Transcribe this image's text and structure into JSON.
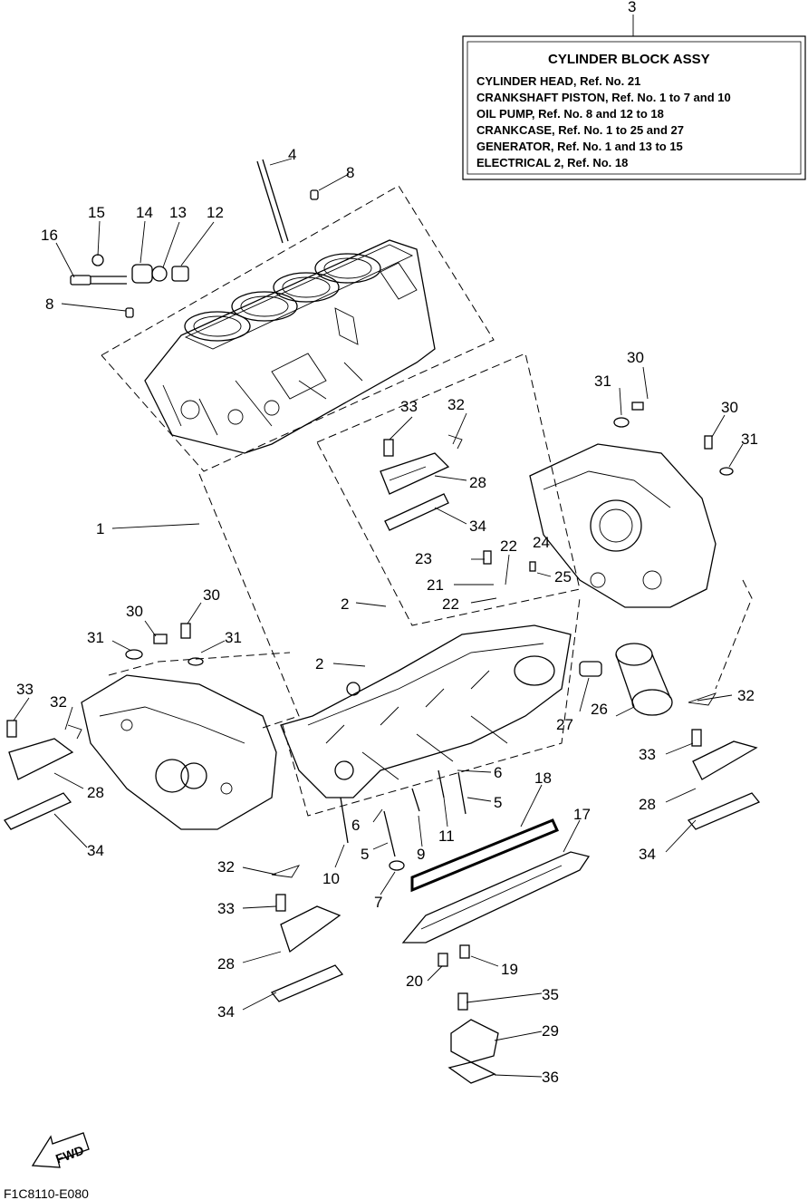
{
  "info_box": {
    "ref": "3",
    "title": "CYLINDER BLOCK ASSY",
    "lines": [
      "CYLINDER HEAD, Ref. No. 21",
      "CRANKSHAFT PISTON,  Ref. No. 1 to 7 and 10",
      "OIL PUMP, Ref. No. 8 and 12 to 18",
      "CRANKCASE,  Ref. No. 1 to 25 and 27",
      "GENERATOR,  Ref. No. 1 and 13 to 15",
      "ELECTRICAL 2, Ref. No. 18"
    ]
  },
  "callouts": {
    "c1": "1",
    "c2a": "2",
    "c2b": "2",
    "c4": "4",
    "c5a": "5",
    "c5b": "5",
    "c6a": "6",
    "c6b": "6",
    "c7": "7",
    "c8a": "8",
    "c8b": "8",
    "c9": "9",
    "c10": "10",
    "c11": "11",
    "c12": "12",
    "c13": "13",
    "c14": "14",
    "c15": "15",
    "c16": "16",
    "c17": "17",
    "c18": "18",
    "c19": "19",
    "c20": "20",
    "c21": "21",
    "c22a": "22",
    "c22b": "22",
    "c23": "23",
    "c24": "24",
    "c25": "25",
    "c26": "26",
    "c27": "27",
    "c28a": "28",
    "c28b": "28",
    "c28c": "28",
    "c28d": "28",
    "c29": "29",
    "c30a": "30",
    "c30b": "30",
    "c30c": "30",
    "c31a": "31",
    "c31b": "31",
    "c31c": "31",
    "c31d": "31",
    "c32a": "32",
    "c32b": "32",
    "c32c": "32",
    "c32d": "32",
    "c33a": "33",
    "c33b": "33",
    "c33c": "33",
    "c33d": "33",
    "c34a": "34",
    "c34b": "34",
    "c34c": "34",
    "c34d": "34",
    "c35": "35",
    "c36": "36"
  },
  "fwd_label": "FWD",
  "diagram_code": "F1C8110-E080"
}
